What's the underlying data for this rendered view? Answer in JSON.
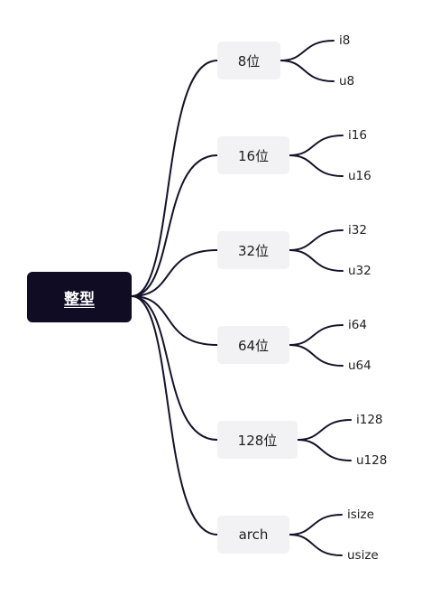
{
  "root": {
    "label": "整型"
  },
  "branches": [
    {
      "label": "8位",
      "leaves": [
        "i8",
        "u8"
      ]
    },
    {
      "label": "16位",
      "leaves": [
        "i16",
        "u16"
      ]
    },
    {
      "label": "32位",
      "leaves": [
        "i32",
        "u32"
      ]
    },
    {
      "label": "64位",
      "leaves": [
        "i64",
        "u64"
      ]
    },
    {
      "label": "128位",
      "leaves": [
        "i128",
        "u128"
      ]
    },
    {
      "label": "arch",
      "leaves": [
        "isize",
        "usize"
      ]
    }
  ],
  "colors": {
    "root_bg": "#0f0c24",
    "branch_bg": "#f2f2f4",
    "edge": "#15132a"
  }
}
